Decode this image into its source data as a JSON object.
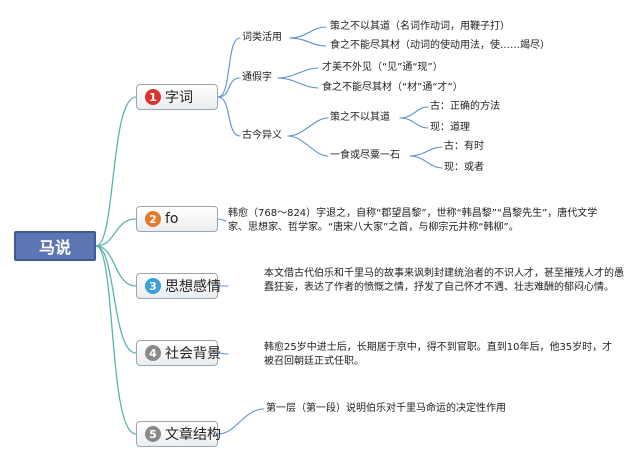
{
  "root": {
    "label": "马说"
  },
  "branches": [
    {
      "num": "1",
      "label": "字词",
      "color": "#d9332b"
    },
    {
      "num": "2",
      "label": "fo",
      "color": "#e8782a"
    },
    {
      "num": "3",
      "label": "思想感情",
      "color": "#3aa0d8"
    },
    {
      "num": "4",
      "label": "社会背景",
      "color": "#8a8a8a"
    },
    {
      "num": "5",
      "label": "文章结构",
      "color": "#8a8a8a"
    }
  ],
  "vocab": {
    "ciliu": {
      "label": "词类活用",
      "items": [
        "策之不以其道（名词作动词，用鞭子打）",
        "食之不能尽其材（动词的使动用法，使……竭尽）"
      ]
    },
    "tongjia": {
      "label": "通假字",
      "items": [
        "才美不外见（“见”通“现”）",
        "食之不能尽其材（“材”通“才”）"
      ]
    },
    "gujin": {
      "label": "古今异义",
      "sub1": {
        "label": "策之不以其道",
        "items": [
          "古：正确的方法",
          "现：道理"
        ]
      },
      "sub2": {
        "label": "一食或尽粟一石",
        "items": [
          "古：有时",
          "现：或者"
        ]
      }
    }
  },
  "author_text": "韩愈（768～824）字退之，自称“郡望昌黎”，世称“韩昌黎”“昌黎先生”，唐代文学家、思想家、哲学家。“唐宋八大家”之首，与柳宗元并称“韩柳”。",
  "emotion_text": "本文借古代伯乐和千里马的故事来讽刺封建统治者的不识人才，甚至摧残人才的愚蠢狂妄，表达了作者的愤慨之情，抒发了自己怀才不遇、壮志难酬的郁闷心情。",
  "background_text": "韩愈25岁中进士后，长期居于京中，得不到官职。直到10年后，他35岁时，才被召回朝廷正式任职。",
  "structure_text": "第一层（第一段）说明伯乐对千里马命运的决定性作用",
  "colors": {
    "root_bg": "#5b76b3",
    "link_root": "#5ab3ad",
    "link_sub": "#5b8fd1"
  }
}
